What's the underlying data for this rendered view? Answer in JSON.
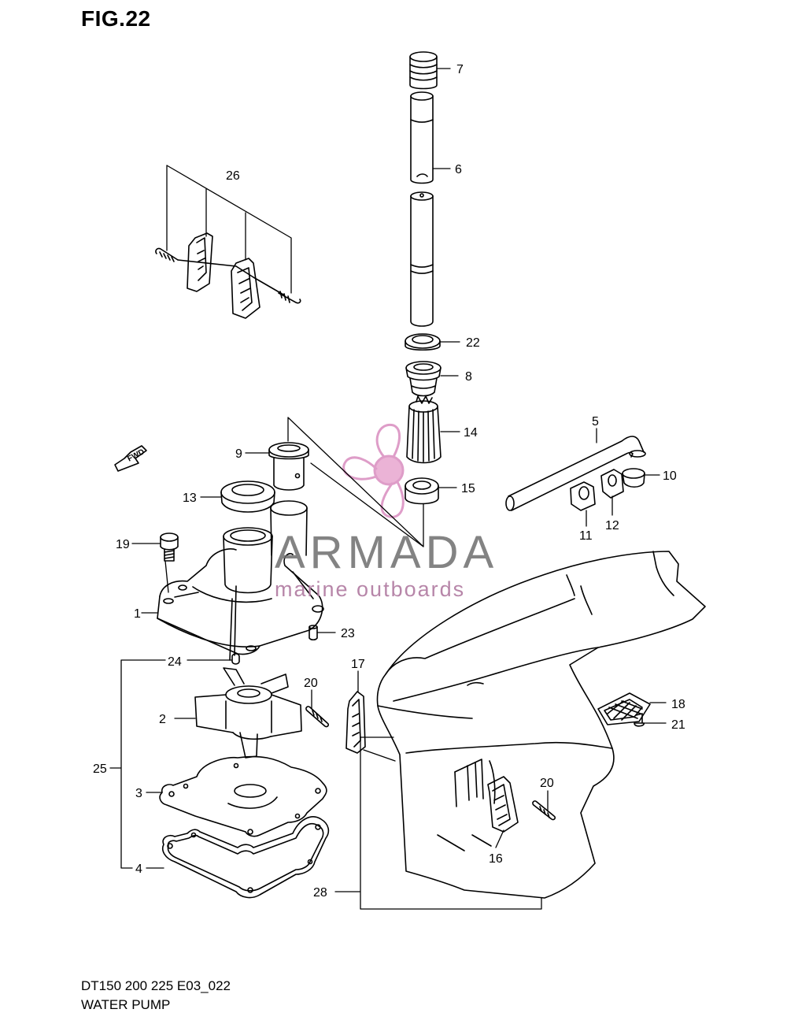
{
  "figure": {
    "title": "FIG.22",
    "model_code": "DT150 200 225 E03_022",
    "name": "WATER PUMP"
  },
  "watermark": {
    "brand": "ARMADA",
    "tagline": "marine outboards",
    "accent_color": "#d98cbf",
    "text_color": "#6e6e6e",
    "icon": "propeller-logo-icon"
  },
  "fwd_arrow": {
    "text": "FWD",
    "icon": "forward-arrow-icon"
  },
  "callouts": [
    "1",
    "2",
    "3",
    "4",
    "5",
    "6",
    "7",
    "8",
    "9",
    "10",
    "11",
    "12",
    "13",
    "14",
    "15",
    "16",
    "17",
    "18",
    "19",
    "20",
    "20",
    "21",
    "22",
    "23",
    "24",
    "25",
    "26",
    "28"
  ]
}
